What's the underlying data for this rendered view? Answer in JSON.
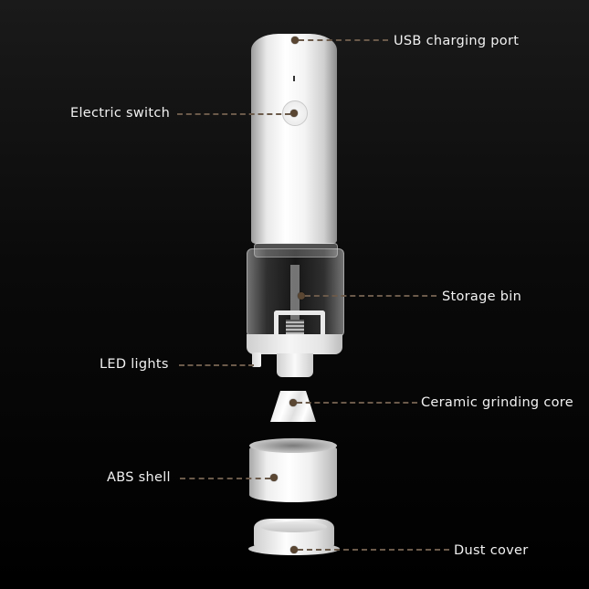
{
  "diagram": {
    "type": "exploded-product-view",
    "subject": "Electric salt/pepper grinder components",
    "background_color": "#0b0b0b",
    "leader_color": "#6b5a4a",
    "dot_color": "#5a4632",
    "label_color": "#f2f2f2"
  },
  "callouts": [
    {
      "id": "usb",
      "label": "USB charging port",
      "side": "right"
    },
    {
      "id": "switch",
      "label": "Electric switch",
      "side": "left"
    },
    {
      "id": "bin",
      "label": "Storage bin",
      "side": "right"
    },
    {
      "id": "led",
      "label": "LED lights",
      "side": "left"
    },
    {
      "id": "core",
      "label": "Ceramic grinding core",
      "side": "right"
    },
    {
      "id": "shell",
      "label": "ABS shell",
      "side": "left"
    },
    {
      "id": "cover",
      "label": "Dust cover",
      "side": "right"
    }
  ]
}
